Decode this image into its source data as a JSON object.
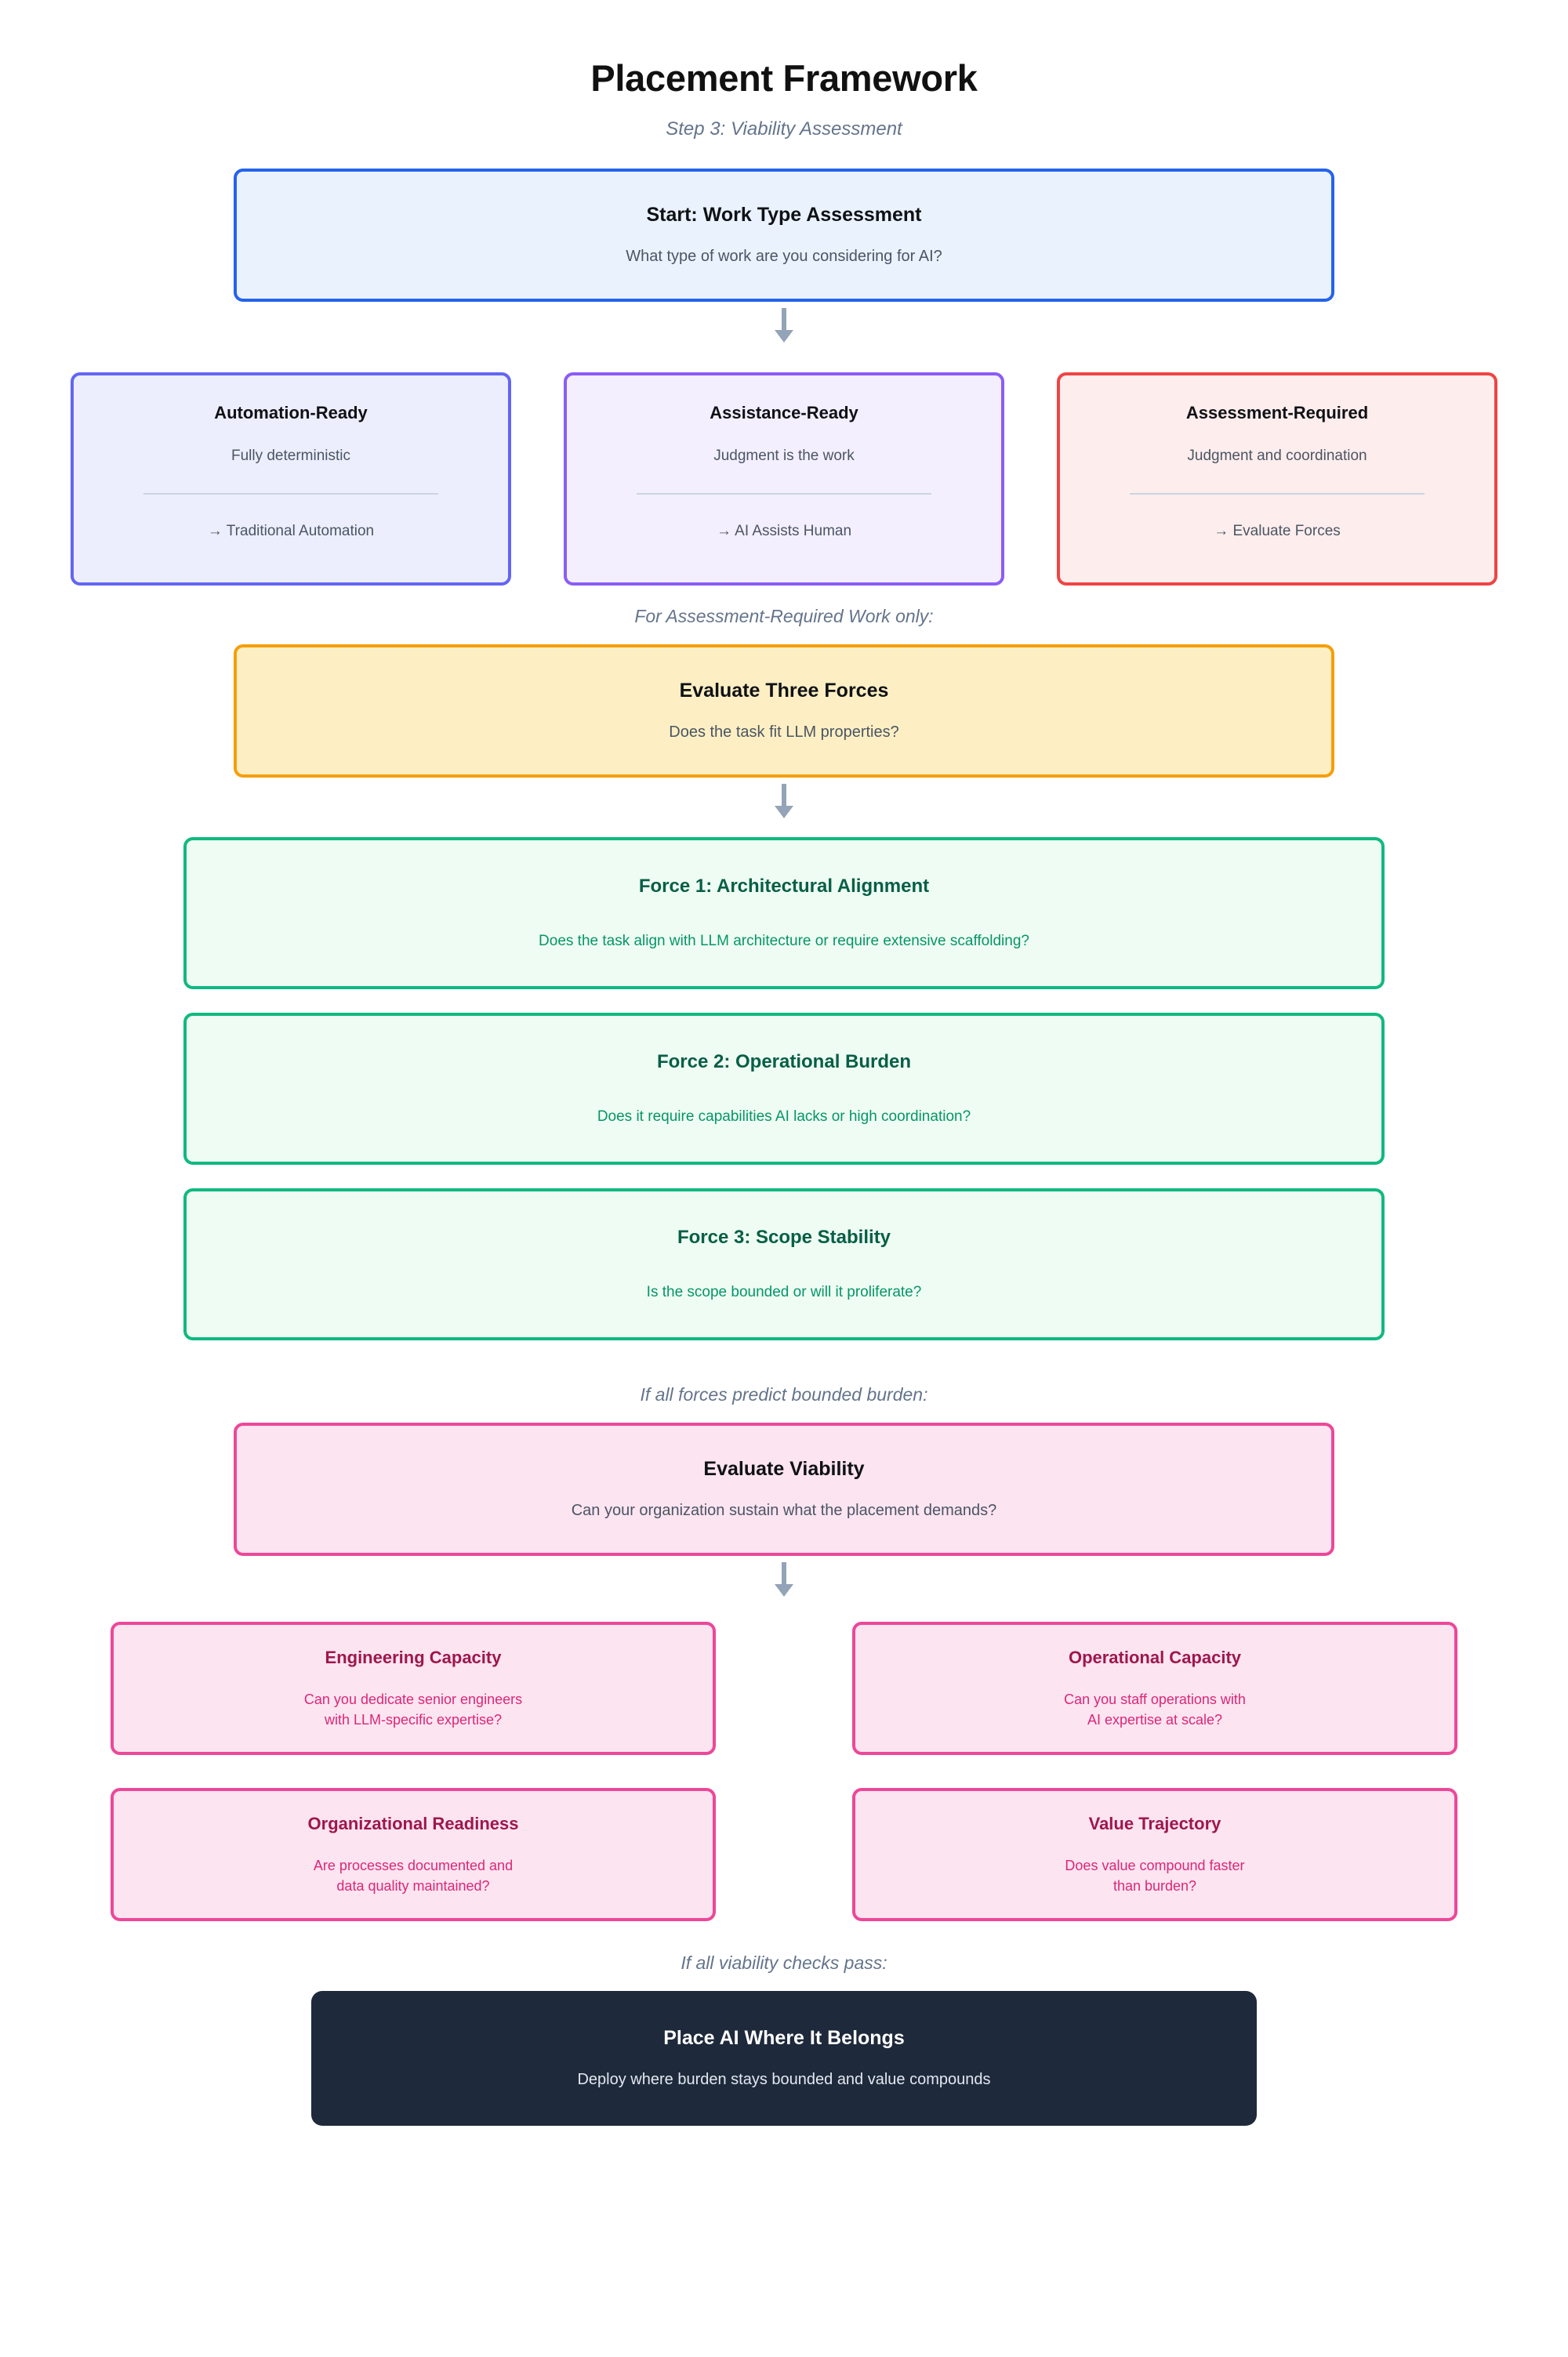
{
  "header": {
    "title": "Placement Framework",
    "subtitle": "Step 3: Viability Assessment"
  },
  "start": {
    "title": "Start: Work Type Assessment",
    "desc": "What type of work are you considering for AI?"
  },
  "branches": [
    {
      "title": "Automation-Ready",
      "sub": "Fully deterministic",
      "action": "→ Traditional Automation"
    },
    {
      "title": "Assistance-Ready",
      "sub": "Judgment is the work",
      "action": "→ AI Assists Human"
    },
    {
      "title": "Assessment-Required",
      "sub": "Judgment and coordination",
      "action": "→ Evaluate Forces"
    }
  ],
  "captions": {
    "assessment_only": "For Assessment-Required Work only:",
    "bounded_burden": "If all forces predict bounded burden:",
    "checks_pass": "If all viability checks pass:"
  },
  "evaluate_forces": {
    "title": "Evaluate Three Forces",
    "desc": "Does the task fit LLM properties?"
  },
  "forces": [
    {
      "title": "Force 1: Architectural Alignment",
      "desc": "Does the task align with LLM architecture or require extensive scaffolding?"
    },
    {
      "title": "Force 2: Operational Burden",
      "desc": "Does it require capabilities AI lacks or high coordination?"
    },
    {
      "title": "Force 3: Scope Stability",
      "desc": "Is the scope bounded or will it proliferate?"
    }
  ],
  "evaluate_viability": {
    "title": "Evaluate Viability",
    "desc": "Can your organization sustain what the placement demands?"
  },
  "viability_checks": [
    {
      "title": "Engineering Capacity",
      "line1": "Can you dedicate senior engineers",
      "line2": "with LLM-specific expertise?"
    },
    {
      "title": "Operational Capacity",
      "line1": "Can you staff operations with",
      "line2": "AI expertise at scale?"
    },
    {
      "title": "Organizational Readiness",
      "line1": "Are processes documented and",
      "line2": "data quality maintained?"
    },
    {
      "title": "Value Trajectory",
      "line1": "Does value compound faster",
      "line2": "than burden?"
    }
  ],
  "final": {
    "title": "Place AI Where It Belongs",
    "desc": "Deploy where burden stays bounded and value compounds"
  },
  "colors": {
    "start_border": "#2563eb",
    "automation_border": "#6366f1",
    "assistance_border": "#8b5cf6",
    "assessment_border": "#ef4444",
    "forces_gate_border": "#f59e0b",
    "force_border": "#10b981",
    "viability_border": "#ec4899",
    "final_background": "#1e293b",
    "arrow": "#94a3b8",
    "caption_text": "#64748b"
  },
  "icons": {
    "arrow_down": "arrow-down-icon"
  }
}
